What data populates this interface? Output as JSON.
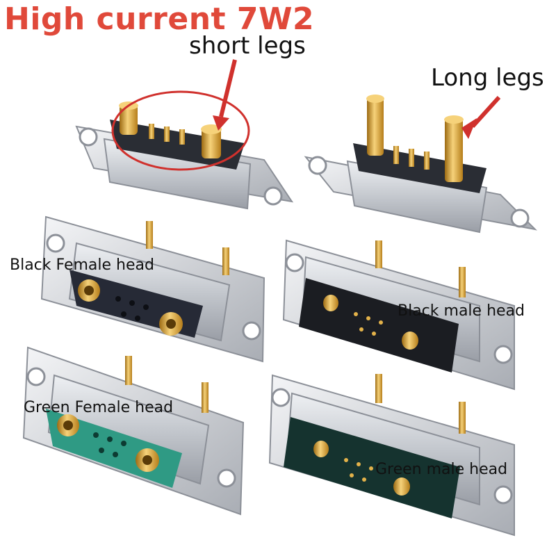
{
  "title": "High current 7W2",
  "callouts": {
    "short_legs": "short legs",
    "long_legs": "Long legs"
  },
  "labels": {
    "black_female": "Black Female head",
    "black_male": "Black male head",
    "green_female": "Green Female head",
    "green_male": "Green male head"
  },
  "colors": {
    "title": "#e0493a",
    "annotation": "#d0312d",
    "shell": "#c9ccd1",
    "gold": "#d9a43a",
    "black_insulator": "#23262e",
    "green_insulator": "#2f9a84",
    "dark_green_insulator": "#15332f"
  }
}
